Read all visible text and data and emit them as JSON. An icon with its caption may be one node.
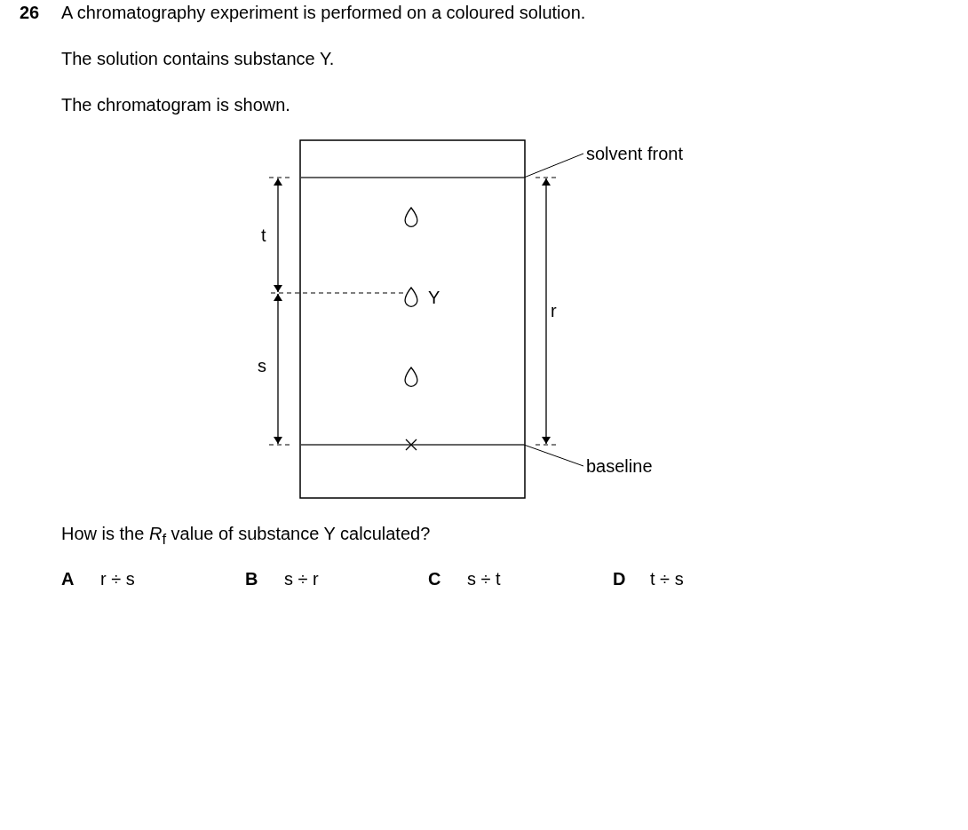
{
  "diagram": {
    "nodes": [
      {
        "text": [
          "solvent front"
        ]
      },
      {
        "text": [],
        "shape": "line"
      },
      {
        "text": [
          "baseline"
        ]
      },
      {
        "text": [],
        "shape": "line"
      }
    ],
    "edges": [
      {
        "from": 0,
        "to": 1,
        "arrow": "none"
      },
      {
        "from": 2,
        "to": 3,
        "arrow": "none"
      }
    ],
    "labels": [
      "26",
      "A chromatography experiment is performed on a coloured solution.",
      "The solution contains substance Y.",
      "The chromatogram is shown.",
      "t",
      "Y",
      "r",
      "s",
      "How is the *R*$_{f}$ value of substance Y calculated?",
      "A",
      "r ÷ s",
      "B",
      "s ÷ r",
      "C",
      "s ÷ t",
      "D",
      "t ÷ s"
    ]
  }
}
